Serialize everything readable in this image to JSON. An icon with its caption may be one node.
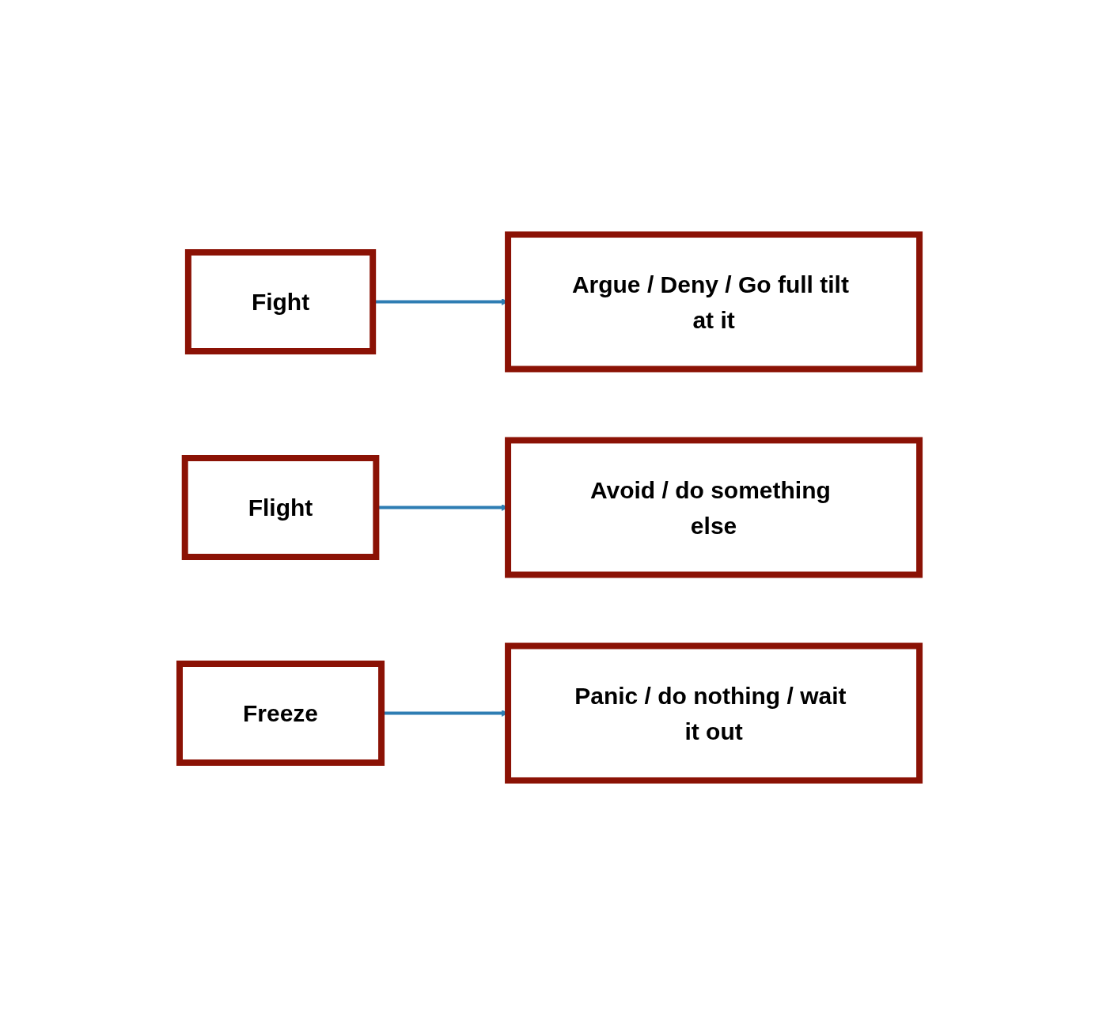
{
  "diagram": {
    "nodes": [
      {
        "text": [
          "Fight"
        ]
      },
      {
        "text": [
          "Argue / Deny / Go full tilt at it"
        ]
      },
      {
        "text": [
          "Flight"
        ]
      },
      {
        "text": [
          "Avoid / do something else"
        ]
      },
      {
        "text": [
          "Freeze"
        ]
      },
      {
        "text": [
          "Panic / do nothing / wait it out"
        ]
      }
    ],
    "edges": [
      {
        "from": 0,
        "to": 1,
        "arrow": "to"
      },
      {
        "from": 2,
        "to": 3,
        "arrow": "to"
      },
      {
        "from": 4,
        "to": 5,
        "arrow": "to"
      }
    ]
  }
}
